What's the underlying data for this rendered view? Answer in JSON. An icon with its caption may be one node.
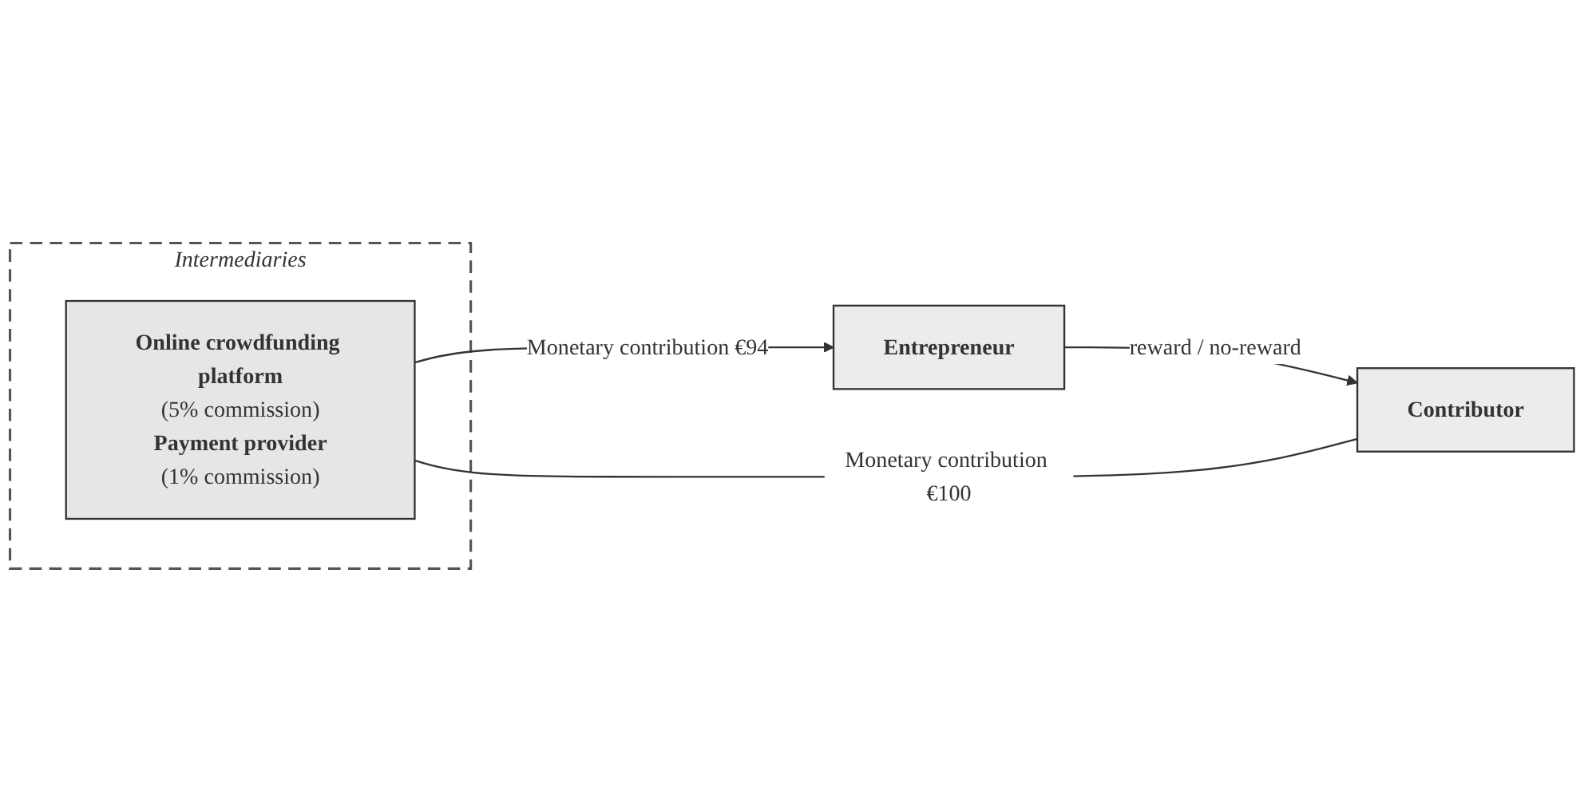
{
  "diagram": {
    "nodes": [
      {
        "text": [
          "Intermediaries"
        ]
      },
      {
        "text": [
          "Online crowdfunding platform",
          "(5% commission)",
          "Payment provider",
          "(1% commission)"
        ],
        "in": 0
      },
      {
        "text": [
          "Contributor"
        ]
      },
      {
        "text": [
          "Entrepreneur"
        ]
      }
    ],
    "edges": [
      {
        "from": 2,
        "to": 1,
        "arrow": "none",
        "label": "Monetary contribution €100"
      },
      {
        "from": 1,
        "to": 3,
        "arrow": "to",
        "label": "Monetary contribution €94"
      },
      {
        "from": 3,
        "to": 2,
        "arrow": "to",
        "label": "reward / no-reward"
      }
    ]
  }
}
